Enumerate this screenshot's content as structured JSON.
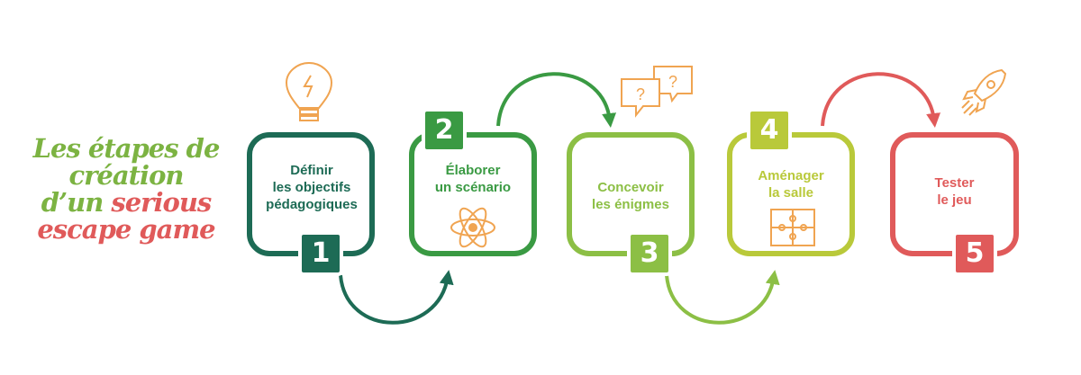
{
  "title": {
    "line1": "Les étapes de",
    "line2": "création",
    "line3_part1": "d’un ",
    "line3_part2": "serious",
    "line4": "escape game"
  },
  "steps": [
    {
      "number": "1",
      "label": "Définir\nles objectifs\npédagogiques",
      "color": "#1d6b55",
      "icon": "lightbulb-icon"
    },
    {
      "number": "2",
      "label": "Élaborer\nun scénario",
      "color": "#3a9a43",
      "icon": "atom-icon"
    },
    {
      "number": "3",
      "label": "Concevoir\nles énigmes",
      "color": "#8cbf45",
      "icon": "question-bubbles-icon"
    },
    {
      "number": "4",
      "label": "Aménager\nla salle",
      "color": "#b9c93a",
      "icon": "puzzle-icon"
    },
    {
      "number": "5",
      "label": "Tester\nle jeu",
      "color": "#e05a5a",
      "icon": "rocket-icon"
    }
  ],
  "colors": {
    "title_green": "#7cb342",
    "title_red": "#e05a5a",
    "icon_orange": "#f0a451"
  }
}
